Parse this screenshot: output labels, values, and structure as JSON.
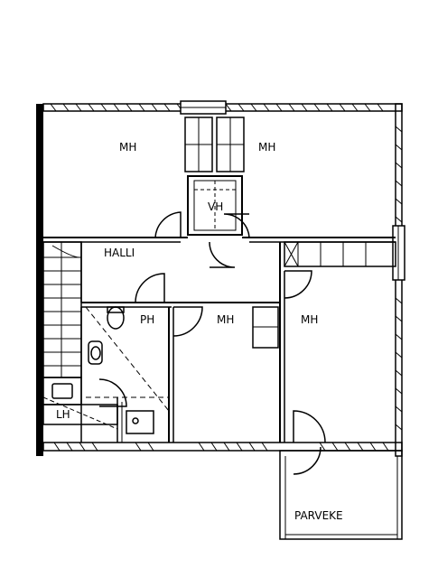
{
  "rooms": {
    "mh_1": "MH",
    "mh_2": "MH",
    "vh": "VH",
    "halli": "HALLI",
    "ph": "PH",
    "mh_3": "MH",
    "mh_4": "MH",
    "lh": "LH",
    "parveke": "PARVEKE"
  },
  "colors": {
    "line": "#000000",
    "background": "#ffffff"
  }
}
